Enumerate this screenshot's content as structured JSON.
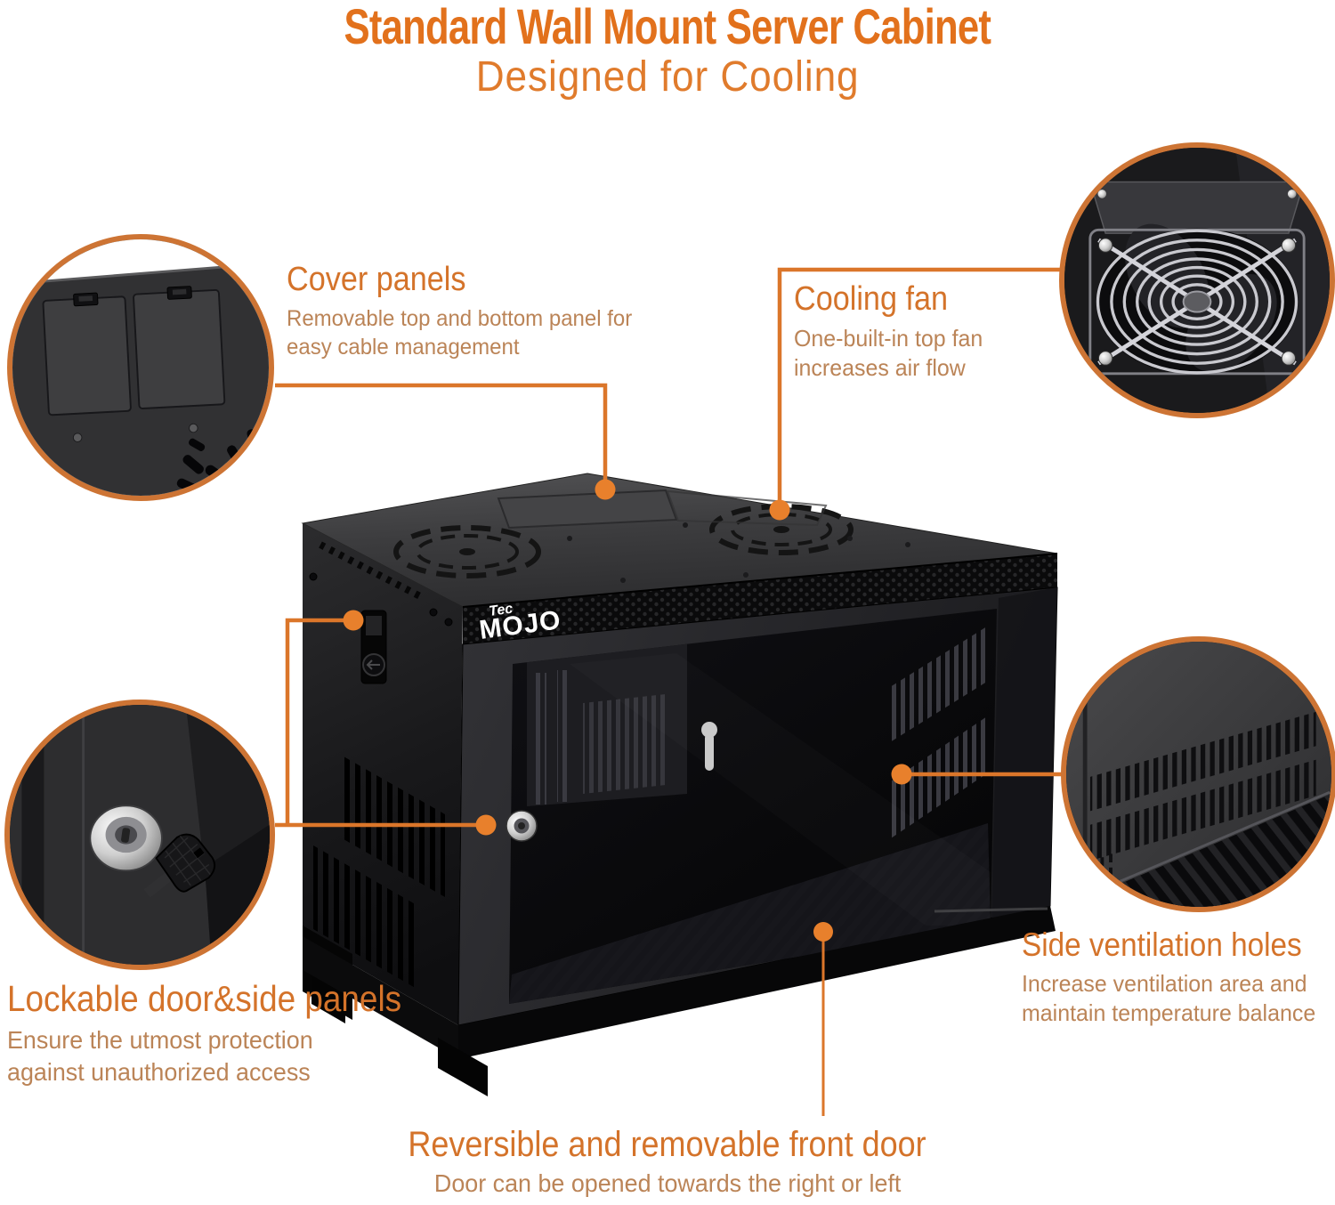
{
  "header": {
    "title": "Standard Wall Mount Server Cabinet",
    "subtitle": "Designed for Cooling"
  },
  "brand": {
    "top": "Tec",
    "bottom": "MOJO"
  },
  "callouts": {
    "cover_panels": {
      "heading": "Cover panels",
      "line1": "Removable top and bottom panel for",
      "line2": "easy cable management"
    },
    "cooling_fan": {
      "heading": "Cooling fan",
      "line1": "One-built-in top fan",
      "line2": "increases air flow"
    },
    "lockable": {
      "heading": "Lockable door&side panels",
      "line1": "Ensure the utmost protection",
      "line2": "against unauthorized access"
    },
    "side_vents": {
      "heading": "Side ventilation holes",
      "line1": "Increase ventilation area and",
      "line2": "maintain temperature balance"
    },
    "front_door": {
      "heading": "Reversible and removable front door",
      "line1": "Door can be opened towards the right or left"
    }
  },
  "colors": {
    "title_orange": "#e2711c",
    "heading_orange": "#d4732a",
    "body_tan": "#bb8457",
    "circle_ring": "#cd7434",
    "connector_line": "#db762a",
    "connector_dot": "#e8802c",
    "cabinet_black": "#111113",
    "background": "#ffffff"
  }
}
